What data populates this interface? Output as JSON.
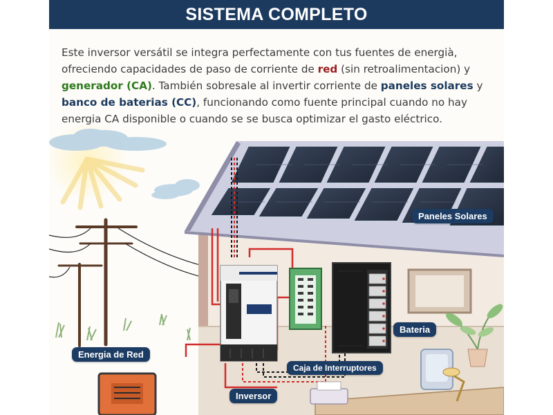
{
  "header": {
    "title": "SISTEMA COMPLETO"
  },
  "intro": {
    "p1": "Este inversor versátil se integra perfectamente con tus fuentes de energià, ofreciendo capacidades de paso de corriente de ",
    "red": "red",
    "p2": " (sin retroalimentacion) y ",
    "generator": "generador (CA)",
    "p3": ". También sobresale al invertir corriente de ",
    "solar": "paneles solares",
    "p4": " y ",
    "battery": "banco de baterias (CC)",
    "p5": ", funcionando como fuente principal cuando no hay energia CA disponible o cuando se se busca optimizar el gasto eléctrico."
  },
  "labels": {
    "solar_panels": "Paneles Solares",
    "battery": "Bateria",
    "grid": "Energia de Red",
    "breaker_box": "Caja de Interruptores",
    "inverter": "Inversor"
  },
  "colors": {
    "banner": "#1c3a5e",
    "label_bg": "#1d3c63",
    "highlight_red": "#9b1c1c",
    "highlight_green": "#2f7a1e",
    "highlight_blue": "#1c3a5e",
    "panel_blue": "#2b3548",
    "breaker_green": "#5fae6e",
    "ac_wire": "#d22b2b",
    "dc_wire": "#1a1a1a"
  }
}
